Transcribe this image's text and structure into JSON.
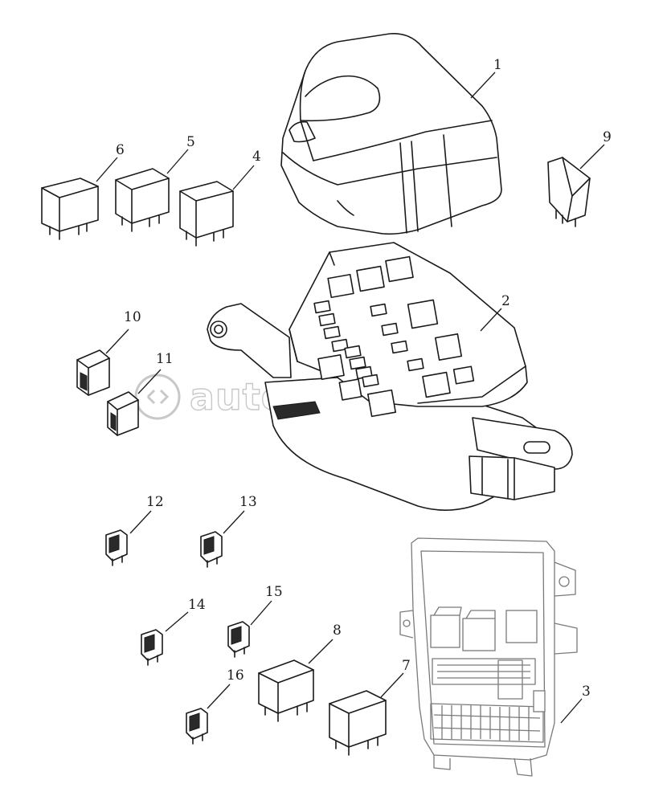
{
  "diagram": {
    "callouts": {
      "cover": "1",
      "fuse_box": "2",
      "interior_fuse_panel": "3",
      "relay_4": "4",
      "relay_5": "5",
      "relay_6": "6",
      "relay_7": "7",
      "relay_8": "8",
      "relay_9": "9",
      "fuse_10": "10",
      "fuse_11": "11",
      "fuse_12": "12",
      "fuse_13": "13",
      "fuse_14": "14",
      "fuse_15": "15",
      "fuse_16": "16"
    },
    "watermark": "autopiter.ru"
  }
}
